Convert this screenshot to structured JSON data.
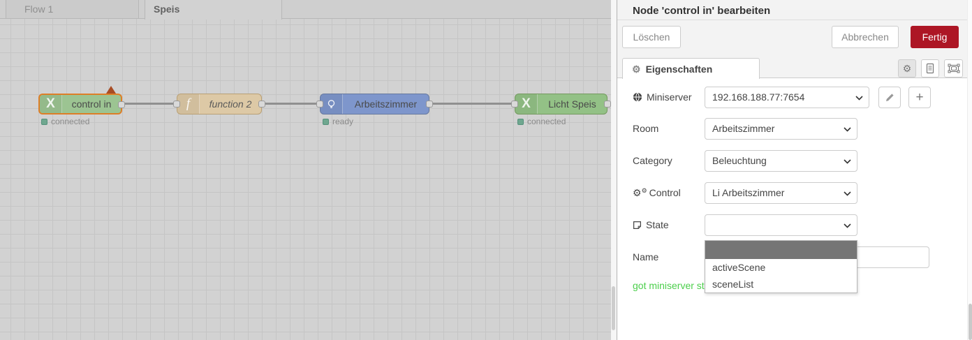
{
  "workspace": {
    "tabs": [
      {
        "label": "Flow 1",
        "active": false
      },
      {
        "label": "Speis",
        "active": true
      }
    ],
    "nodes": [
      {
        "label": "control in",
        "icon": "loxone-x-icon",
        "status": "connected",
        "selected": true,
        "changed_marker": true
      },
      {
        "label": "function 2",
        "icon": "function-f-icon",
        "status": ""
      },
      {
        "label": "Arbeitszimmer",
        "icon": "lightbulb-icon",
        "status": "ready"
      },
      {
        "label": "Licht Speis",
        "icon": "loxone-x-icon",
        "status": "connected"
      }
    ]
  },
  "panel": {
    "title": "Node 'control in' bearbeiten",
    "buttons": {
      "delete": "Löschen",
      "cancel": "Abbrechen",
      "done": "Fertig"
    },
    "tab_label": "Eigenschaften",
    "fields": {
      "miniserver": {
        "label": "Miniserver",
        "value": "192.168.188.77:7654"
      },
      "room": {
        "label": "Room",
        "value": "Arbeitszimmer"
      },
      "category": {
        "label": "Category",
        "value": "Beleuchtung"
      },
      "control": {
        "label": "Control",
        "value": "Li Arbeitszimmer"
      },
      "state": {
        "label": "State",
        "value": ""
      },
      "name": {
        "label": "Name",
        "value": ""
      }
    },
    "state_dropdown": {
      "options": [
        "",
        "activeScene",
        "sceneList"
      ],
      "highlighted_index": 0
    },
    "status_message": "got miniserver st"
  },
  "colors": {
    "done_button_bg": "#AD1625",
    "status_message_green": "#4ccf4c",
    "selected_node_border": "#dd7e27",
    "node_control_in": "#9cc492",
    "node_function": "#ddc9a6",
    "node_room": "#7e96cc",
    "node_licht_speis": "#93c186",
    "status_dot": "#6fa78f",
    "dropdown_highlight": "#757575"
  }
}
